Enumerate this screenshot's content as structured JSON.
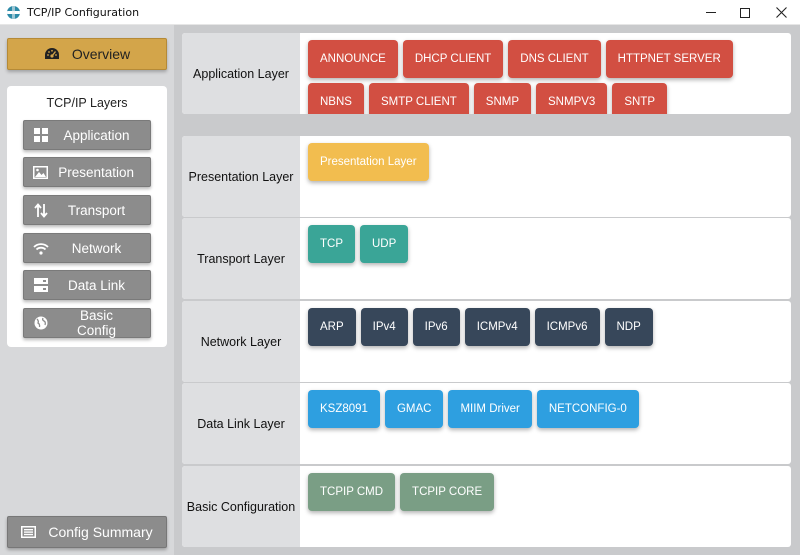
{
  "window": {
    "title": "TCP/IP Configuration"
  },
  "sidebar": {
    "overview_label": "Overview",
    "layers_title": "TCP/IP Layers",
    "items": [
      {
        "label": "Application",
        "icon": "grid-icon"
      },
      {
        "label": "Presentation",
        "icon": "image-icon"
      },
      {
        "label": "Transport",
        "icon": "arrows-updown-icon"
      },
      {
        "label": "Network",
        "icon": "wifi-icon"
      },
      {
        "label": "Data Link",
        "icon": "server-icon"
      },
      {
        "label": "Basic Config",
        "icon": "globe-icon"
      }
    ],
    "summary_label": "Config Summary"
  },
  "layers": [
    {
      "label": "Application Layer",
      "color": "#d24f42",
      "components": [
        "ANNOUNCE",
        "DHCP CLIENT",
        "DNS CLIENT",
        "HTTPNET SERVER",
        "NBNS",
        "SMTP CLIENT",
        "SNMP",
        "SNMPV3",
        "SNTP"
      ]
    },
    {
      "label": "Presentation Layer",
      "color": "#f2bd4f",
      "components": [
        "Presentation Layer"
      ]
    },
    {
      "label": "Transport Layer",
      "color": "#3aa597",
      "components": [
        "TCP",
        "UDP"
      ]
    },
    {
      "label": "Network Layer",
      "color": "#37475a",
      "components": [
        "ARP",
        "IPv4",
        "IPv6",
        "ICMPv4",
        "ICMPv6",
        "NDP"
      ]
    },
    {
      "label": "Data Link Layer",
      "color": "#2e9fe0",
      "components": [
        "KSZ8091",
        "GMAC",
        "MIIM Driver",
        "NETCONFIG-0"
      ]
    },
    {
      "label": "Basic Configuration",
      "color": "#7a9e85",
      "components": [
        "TCPIP CMD",
        "TCPIP CORE"
      ]
    }
  ]
}
